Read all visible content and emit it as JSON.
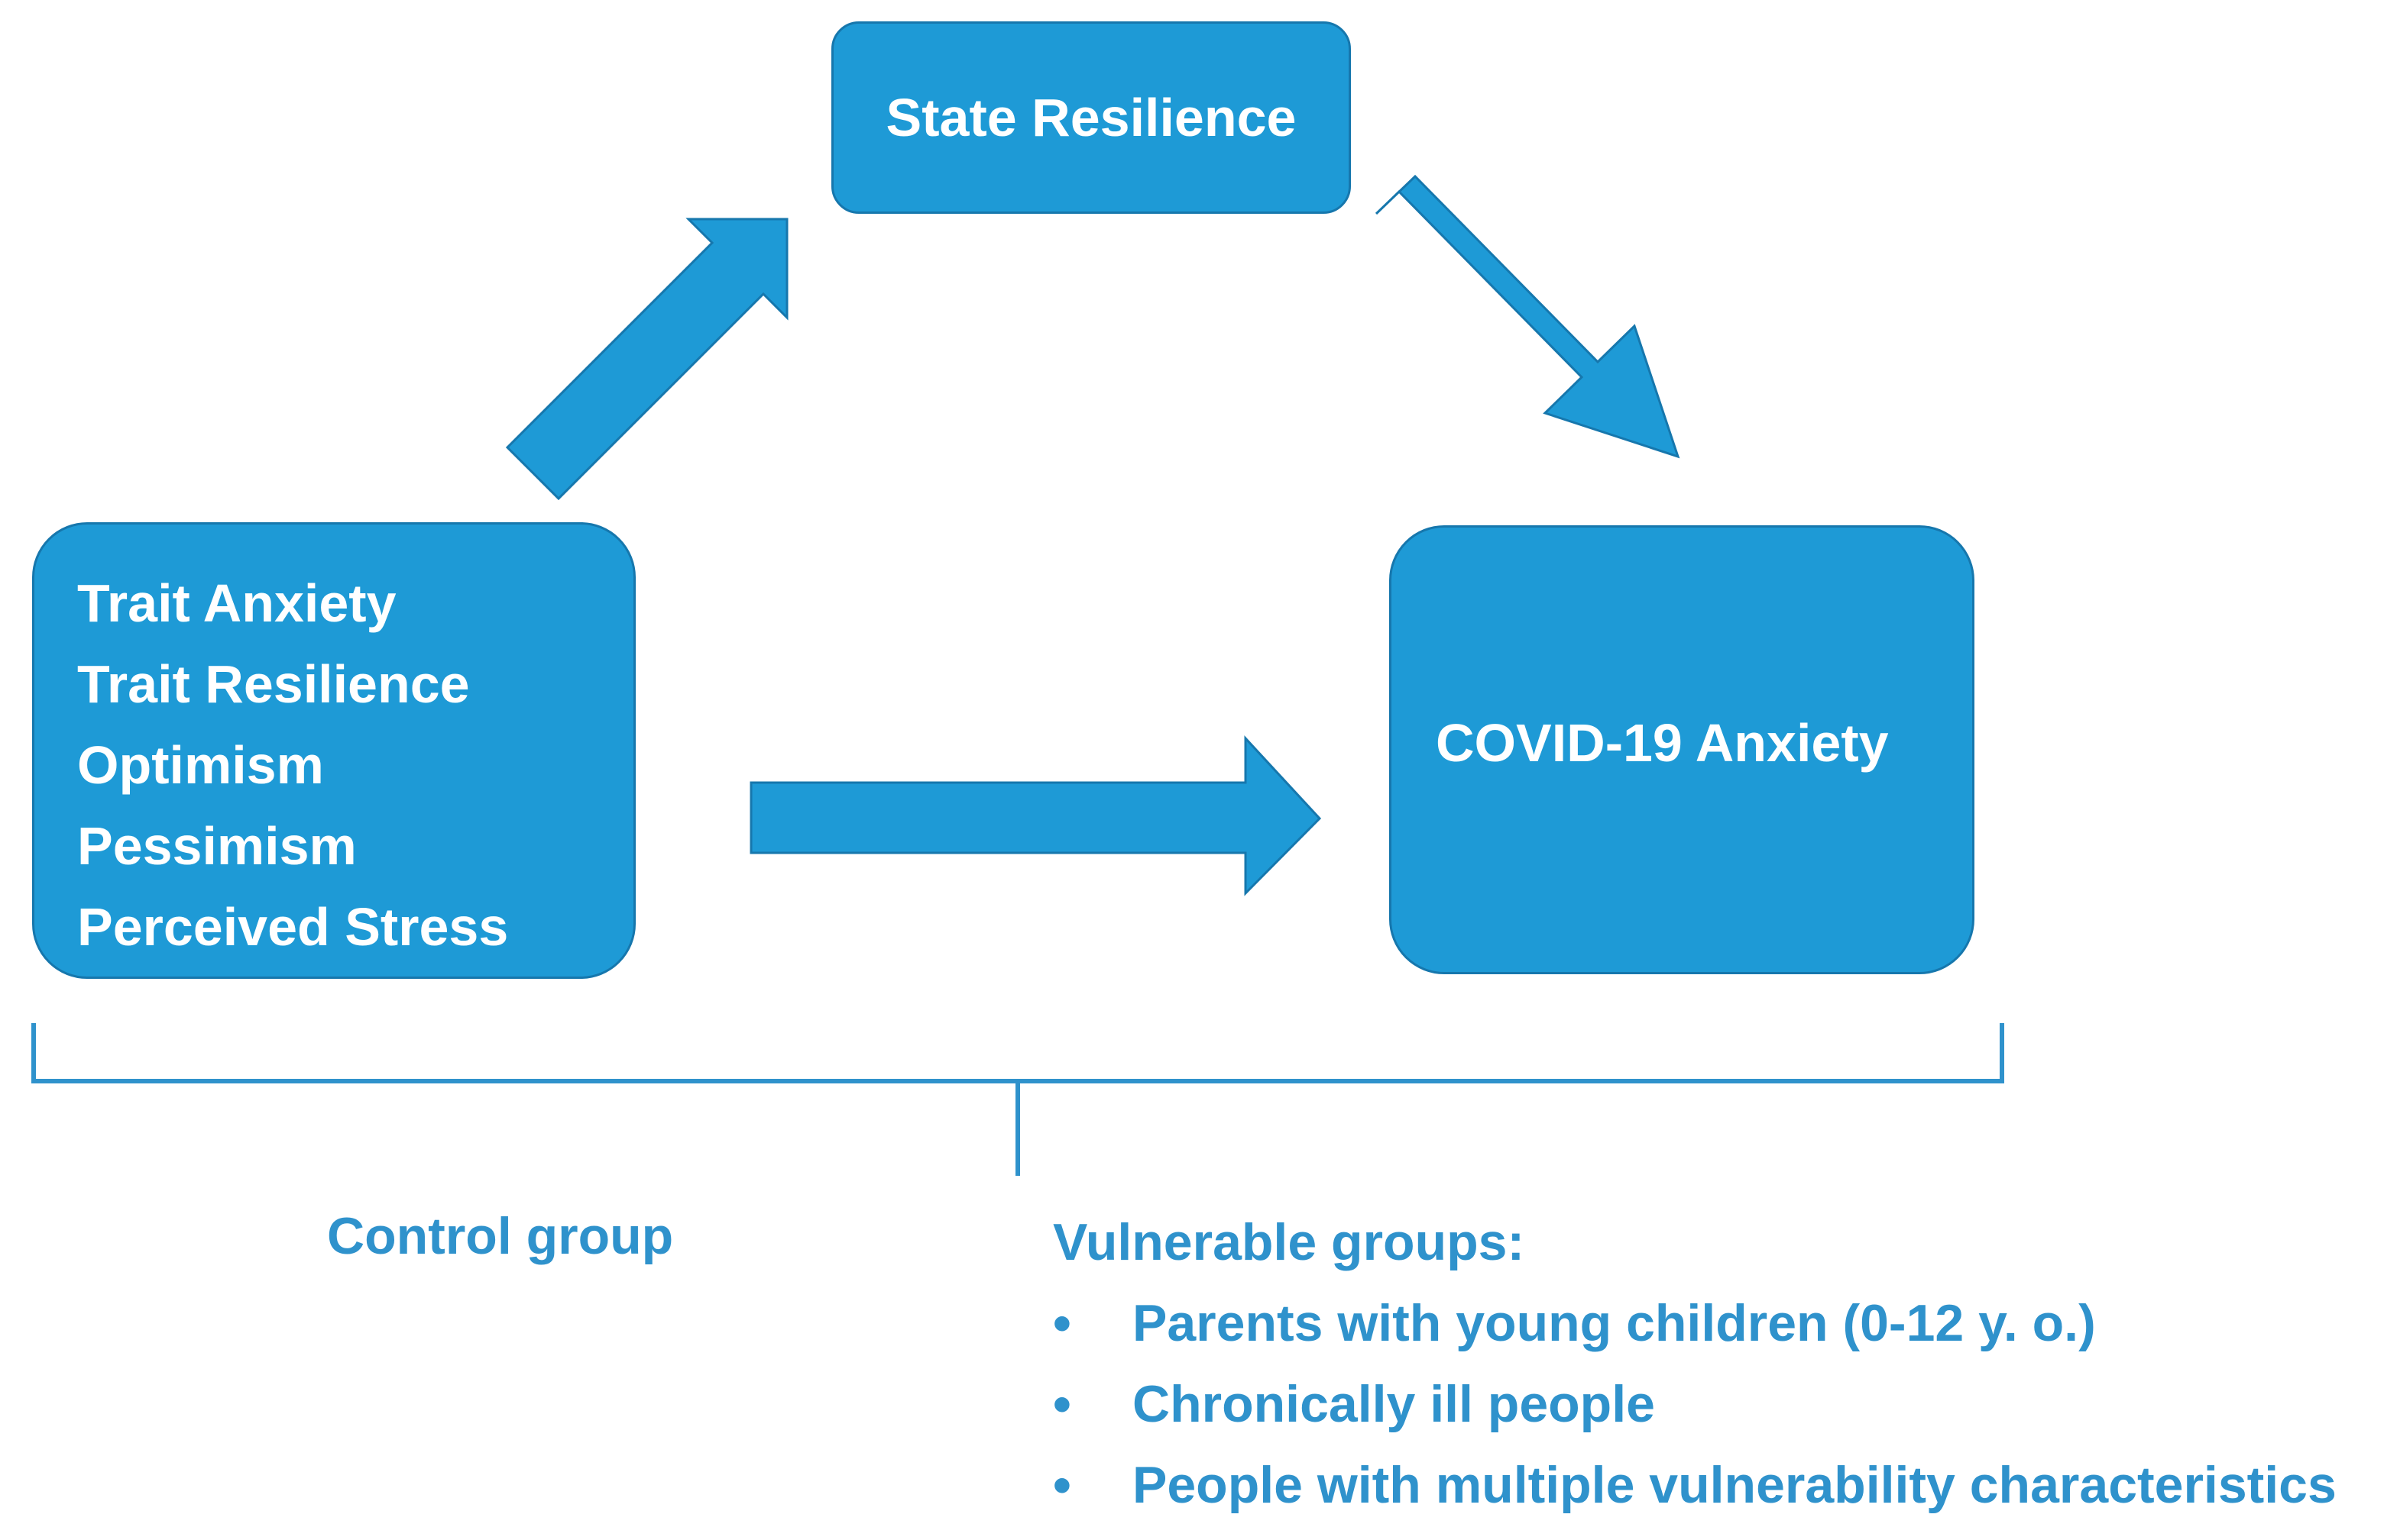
{
  "diagram": {
    "state_box": "State Resilience",
    "predictors": [
      "Trait Anxiety",
      "Trait Resilience",
      "Optimism",
      "Pessimism",
      "Perceived Stress"
    ],
    "outcome_box": "COVID-19 Anxiety"
  },
  "groups": {
    "control_label": "Control group",
    "vulnerable_title": "Vulnerable groups:",
    "bullet_symbol": "•",
    "vulnerable_items": [
      "Parents with young children (0-12 y. o.)",
      "Chronically ill people",
      "People with multiple vulnerability characteristics"
    ]
  },
  "colors": {
    "box_fill": "#1e9ad6",
    "box_border": "#1677ad",
    "text_accent": "#2f92cc"
  }
}
